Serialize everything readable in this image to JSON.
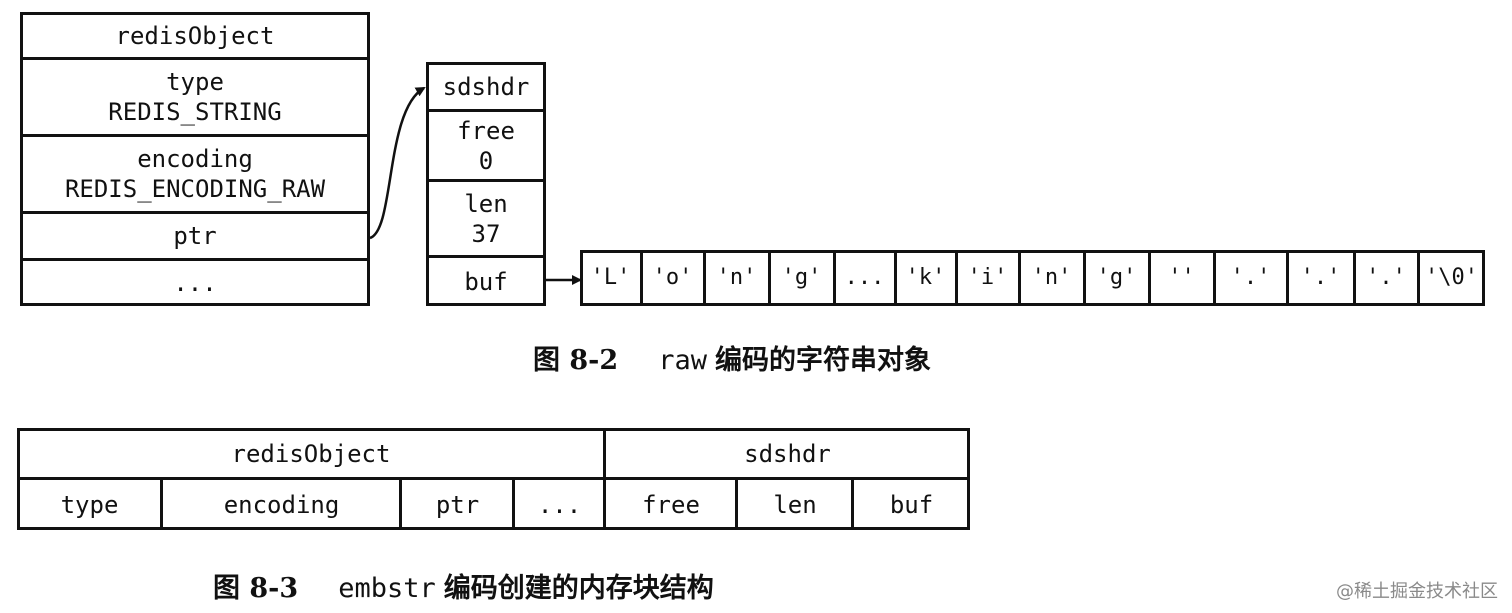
{
  "fig82": {
    "redis_object": {
      "title": "redisObject",
      "type_label": "type",
      "type_value": "REDIS_STRING",
      "encoding_label": "encoding",
      "encoding_value": "REDIS_ENCODING_RAW",
      "ptr_label": "ptr",
      "ellipsis": "..."
    },
    "sdshdr": {
      "title": "sdshdr",
      "free_label": "free",
      "free_value": "0",
      "len_label": "len",
      "len_value": "37",
      "buf_label": "buf"
    },
    "buf_chars": [
      "'L'",
      "'o'",
      "'n'",
      "'g'",
      "...",
      "'k'",
      "'i'",
      "'n'",
      "'g'",
      "''",
      "'.'",
      "'.'",
      "'.'",
      "'\\0'"
    ],
    "caption": {
      "figure": "图 8-2",
      "code": "raw",
      "text": "编码的字符串对象"
    }
  },
  "fig83": {
    "header": {
      "redis_object": "redisObject",
      "sdshdr": "sdshdr"
    },
    "fields": [
      "type",
      "encoding",
      "ptr",
      "...",
      "free",
      "len",
      "buf"
    ],
    "caption": {
      "figure": "图 8-3",
      "code": "embstr",
      "text": "编码创建的内存块结构"
    }
  },
  "watermark": "@稀土掘金技术社区"
}
